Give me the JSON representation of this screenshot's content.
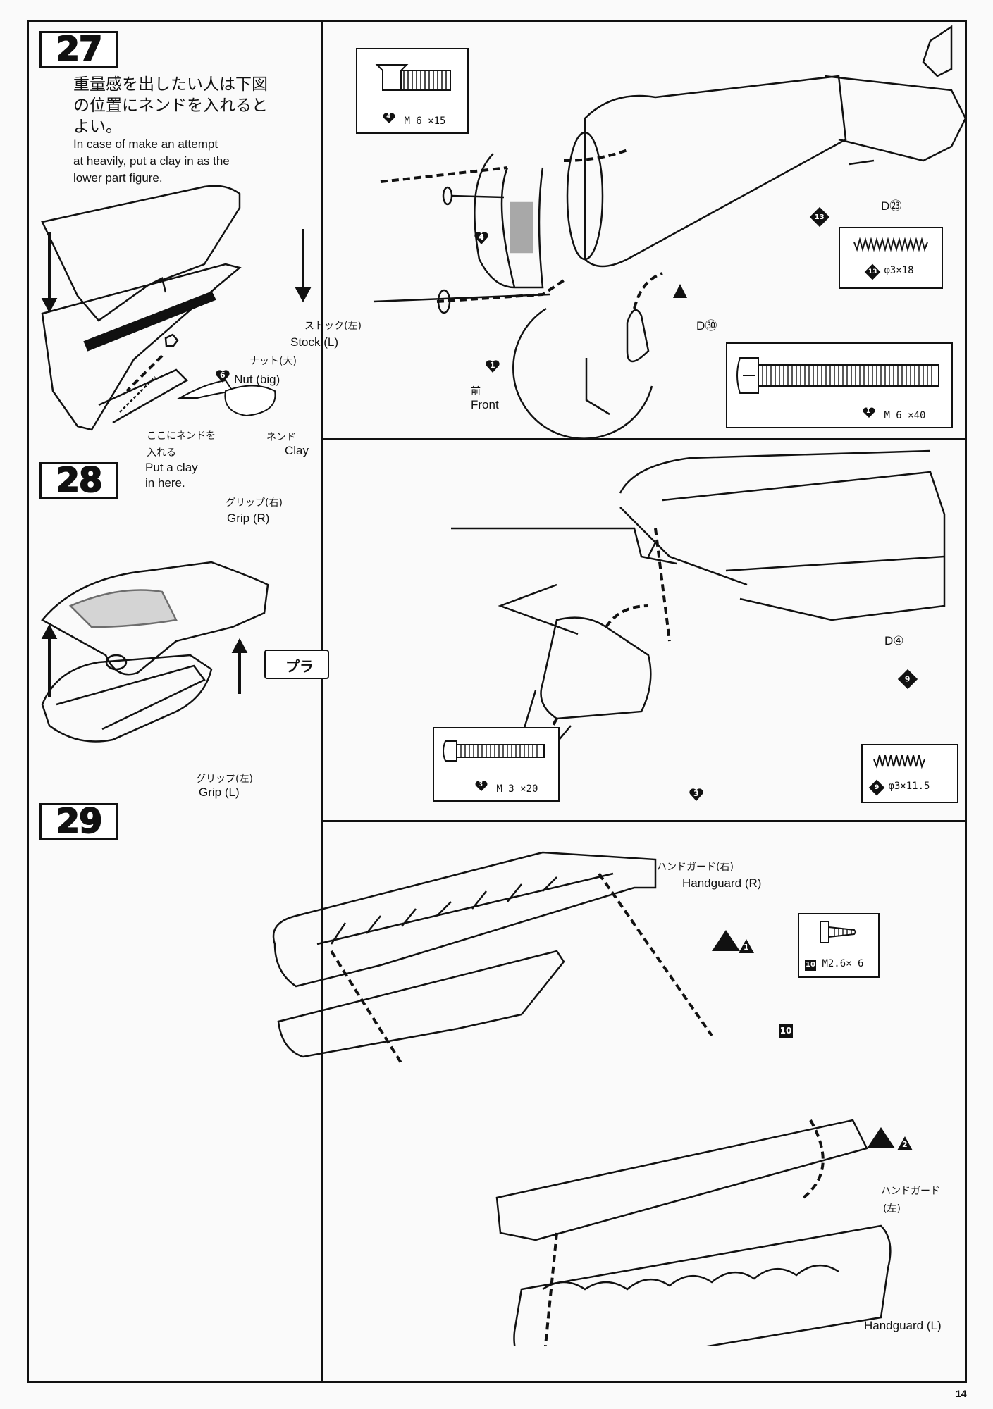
{
  "steps": {
    "s27": "27",
    "s28": "28",
    "s29": "29"
  },
  "step27": {
    "jp_line1": "重量感を出したい人は下図",
    "jp_line2": "の位置にネンドを入れると",
    "jp_line3": "よい。",
    "en_line1": "In case of make an attempt",
    "en_line2": "at heavily, put a clay in as the",
    "en_line3": "lower part figure.",
    "stock_jp": "ストック(左)",
    "stock_en": "Stock (L)",
    "nut_jp": "ナット(大)",
    "nut_mark": "6",
    "nut_en": "Nut (big)",
    "here_jp1": "ここにネンドを",
    "here_jp2": "入れる",
    "here_en1": "Put a clay",
    "here_en2": "in here.",
    "clay_jp": "ネンド",
    "clay_en": "Clay",
    "screw4_mark": "4",
    "screw4_spec": "M 6 ×15",
    "spring13_mark": "13",
    "spring13_spec": "φ3×18",
    "screw1_mark": "1",
    "screw1_spec": "M 6 ×40",
    "d23": "D㉓",
    "d30": "D㉚",
    "front_jp": "前",
    "front_en": "Front"
  },
  "step28": {
    "grip_r_jp": "グリップ(右)",
    "grip_r_en": "Grip (R)",
    "grip_l_jp": "グリップ(左)",
    "grip_l_en": "Grip (L)",
    "glue": "プラ",
    "screw3_mark": "3",
    "screw3_spec": "M 3 ×20",
    "spring9_mark": "9",
    "spring9_spec": "φ3×11.5",
    "d4": "D④"
  },
  "step29": {
    "hg_r_jp": "ハンドガード(右)",
    "hg_r_en": "Handguard (R)",
    "hg_l_jp1": "ハンドガード",
    "hg_l_jp2": "(左)",
    "hg_l_en": "Handguard (L)",
    "mark_a1": "1",
    "mark_a2": "2",
    "screw10_mark": "10",
    "screw10_spec": "M2.6× 6"
  },
  "page_number": "14"
}
